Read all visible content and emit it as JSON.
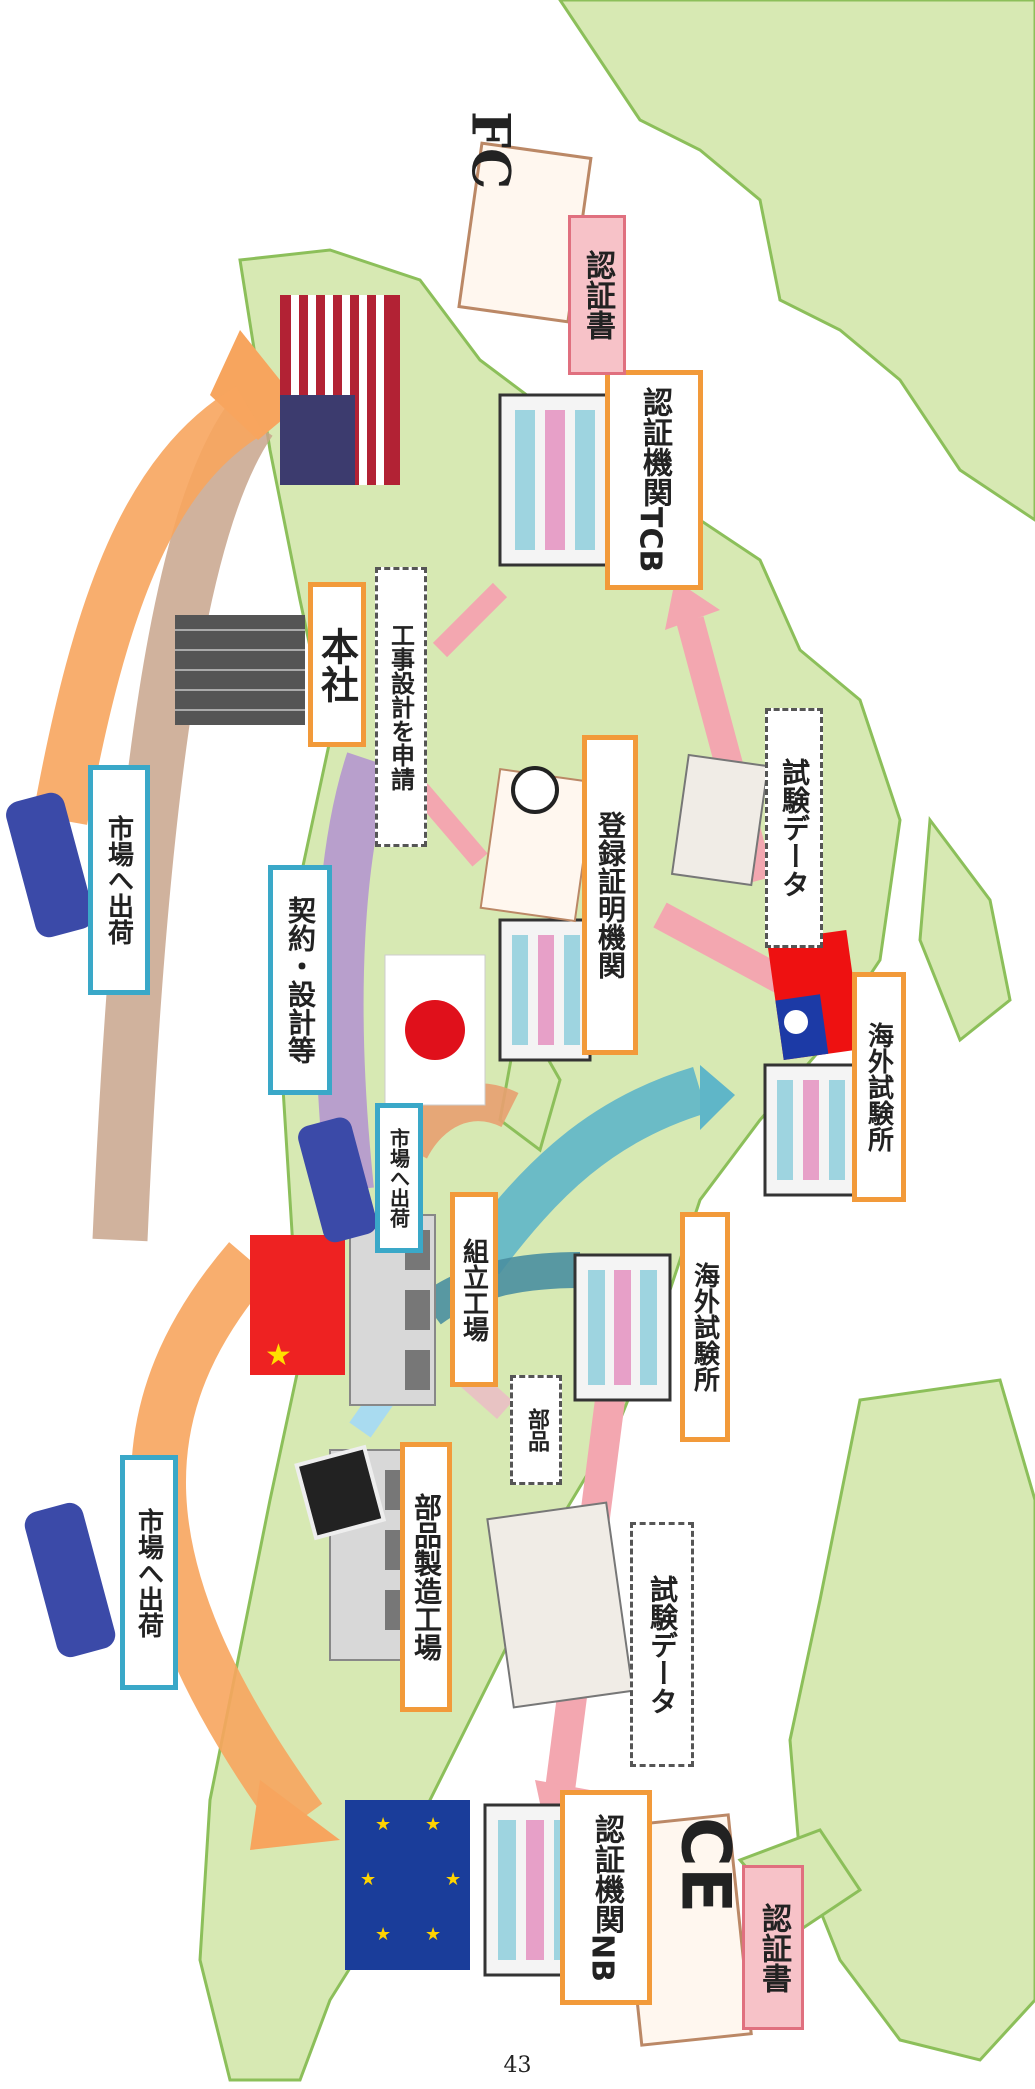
{
  "labels": {
    "ship_to_market_top": "市場へ出荷",
    "ship_to_market_mid": "市場へ出荷",
    "ship_to_market_bottom": "市場へ出荷",
    "contract_design": "契約・設計等",
    "headquarters": "本社",
    "apply_construction_design": "工事設計を申請",
    "registered_certification_body": "登録証明機関",
    "certification_body_tcb_line1": "認証機関",
    "certification_body_tcb_line2": "TCB",
    "certificate_top": "認証書",
    "test_data_top": "試験データ",
    "overseas_lab_top": "海外試験所",
    "assembly_factory": "組立工場",
    "overseas_lab_mid": "海外試験所",
    "parts_small": "部品",
    "parts_factory": "部品製造工場",
    "test_data_bottom": "試験データ",
    "certification_body_nb_line1": "認証機関",
    "certification_body_nb_line2": "NB",
    "certificate_bottom": "認証書",
    "fcc_mark": "FC",
    "ce_mark": "CE"
  },
  "colors": {
    "map_green": "#cfe3a8",
    "map_outline": "#8cbf5a",
    "orange_border": "#f29a3a",
    "teal_border": "#3aa8c8",
    "pink_fill": "#f7c2c8",
    "arrow_orange": "#f7a55e",
    "arrow_tan": "#c8a48c",
    "arrow_purple": "#b392d0",
    "arrow_teal": "#5fb6c8",
    "arrow_pink": "#f3a7b0"
  },
  "page_number": "43"
}
